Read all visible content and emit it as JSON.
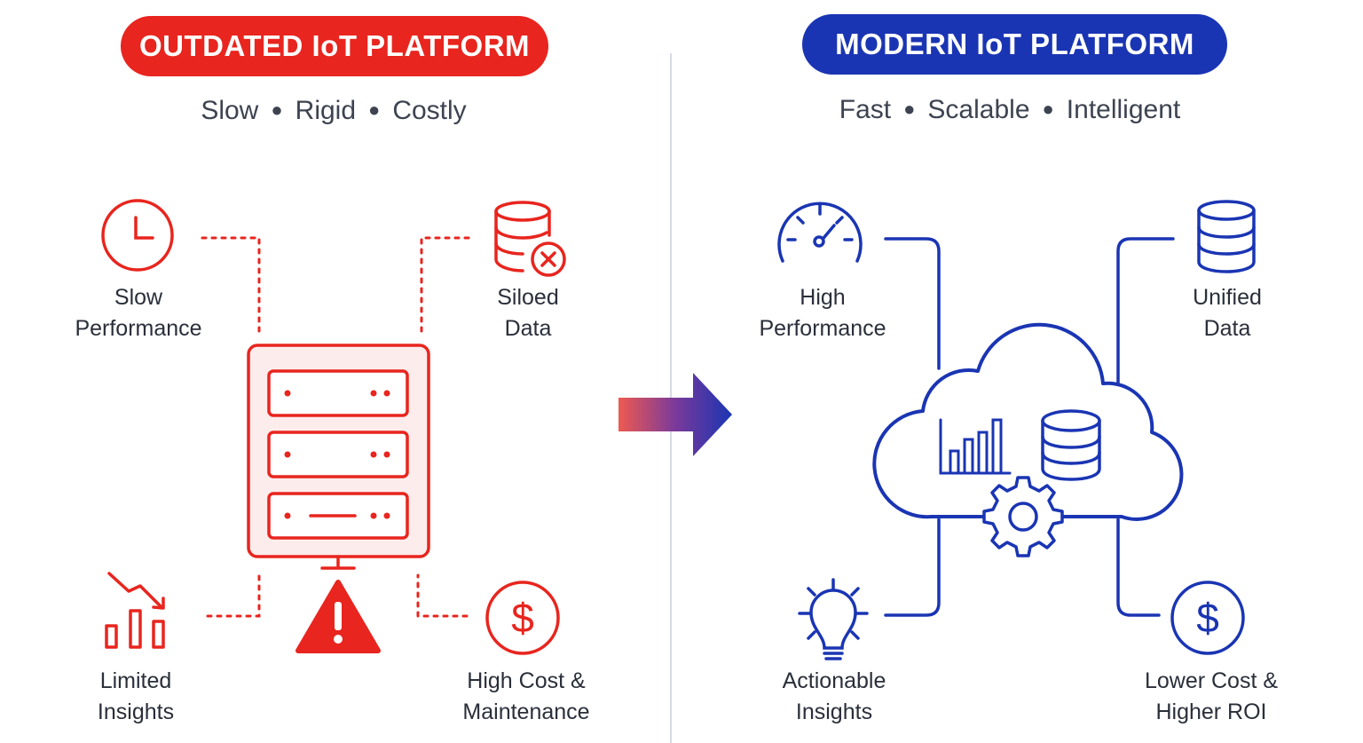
{
  "colors": {
    "outdated": "#e8251e",
    "modern": "#1a35b3",
    "divider": "#d6dae6",
    "text": "#2a2f3a"
  },
  "left": {
    "title": "OUTDATED IoT PLATFORM",
    "tagline": [
      "Slow",
      "Rigid",
      "Costly"
    ],
    "features": [
      {
        "icon": "clock-icon",
        "line1": "Slow",
        "line2": "Performance"
      },
      {
        "icon": "database-error-icon",
        "line1": "Siloed",
        "line2": "Data"
      },
      {
        "icon": "declining-bar-chart-icon",
        "line1": "Limited",
        "line2": "Insights"
      },
      {
        "icon": "dollar-icon",
        "line1": "High Cost &",
        "line2": "Maintenance"
      }
    ],
    "center_icons": [
      "server-rack-icon",
      "warning-icon"
    ]
  },
  "right": {
    "title": "MODERN IoT PLATFORM",
    "tagline": [
      "Fast",
      "Scalable",
      "Intelligent"
    ],
    "features": [
      {
        "icon": "speedometer-icon",
        "line1": "High",
        "line2": "Performance"
      },
      {
        "icon": "database-icon",
        "line1": "Unified",
        "line2": "Data"
      },
      {
        "icon": "lightbulb-icon",
        "line1": "Actionable",
        "line2": "Insights"
      },
      {
        "icon": "dollar-icon",
        "line1": "Lower Cost &",
        "line2": "Higher ROI"
      }
    ],
    "center_icons": [
      "cloud-icon",
      "bar-chart-icon",
      "database-icon",
      "gear-icon"
    ]
  },
  "transition_icon": "arrow-right-icon"
}
